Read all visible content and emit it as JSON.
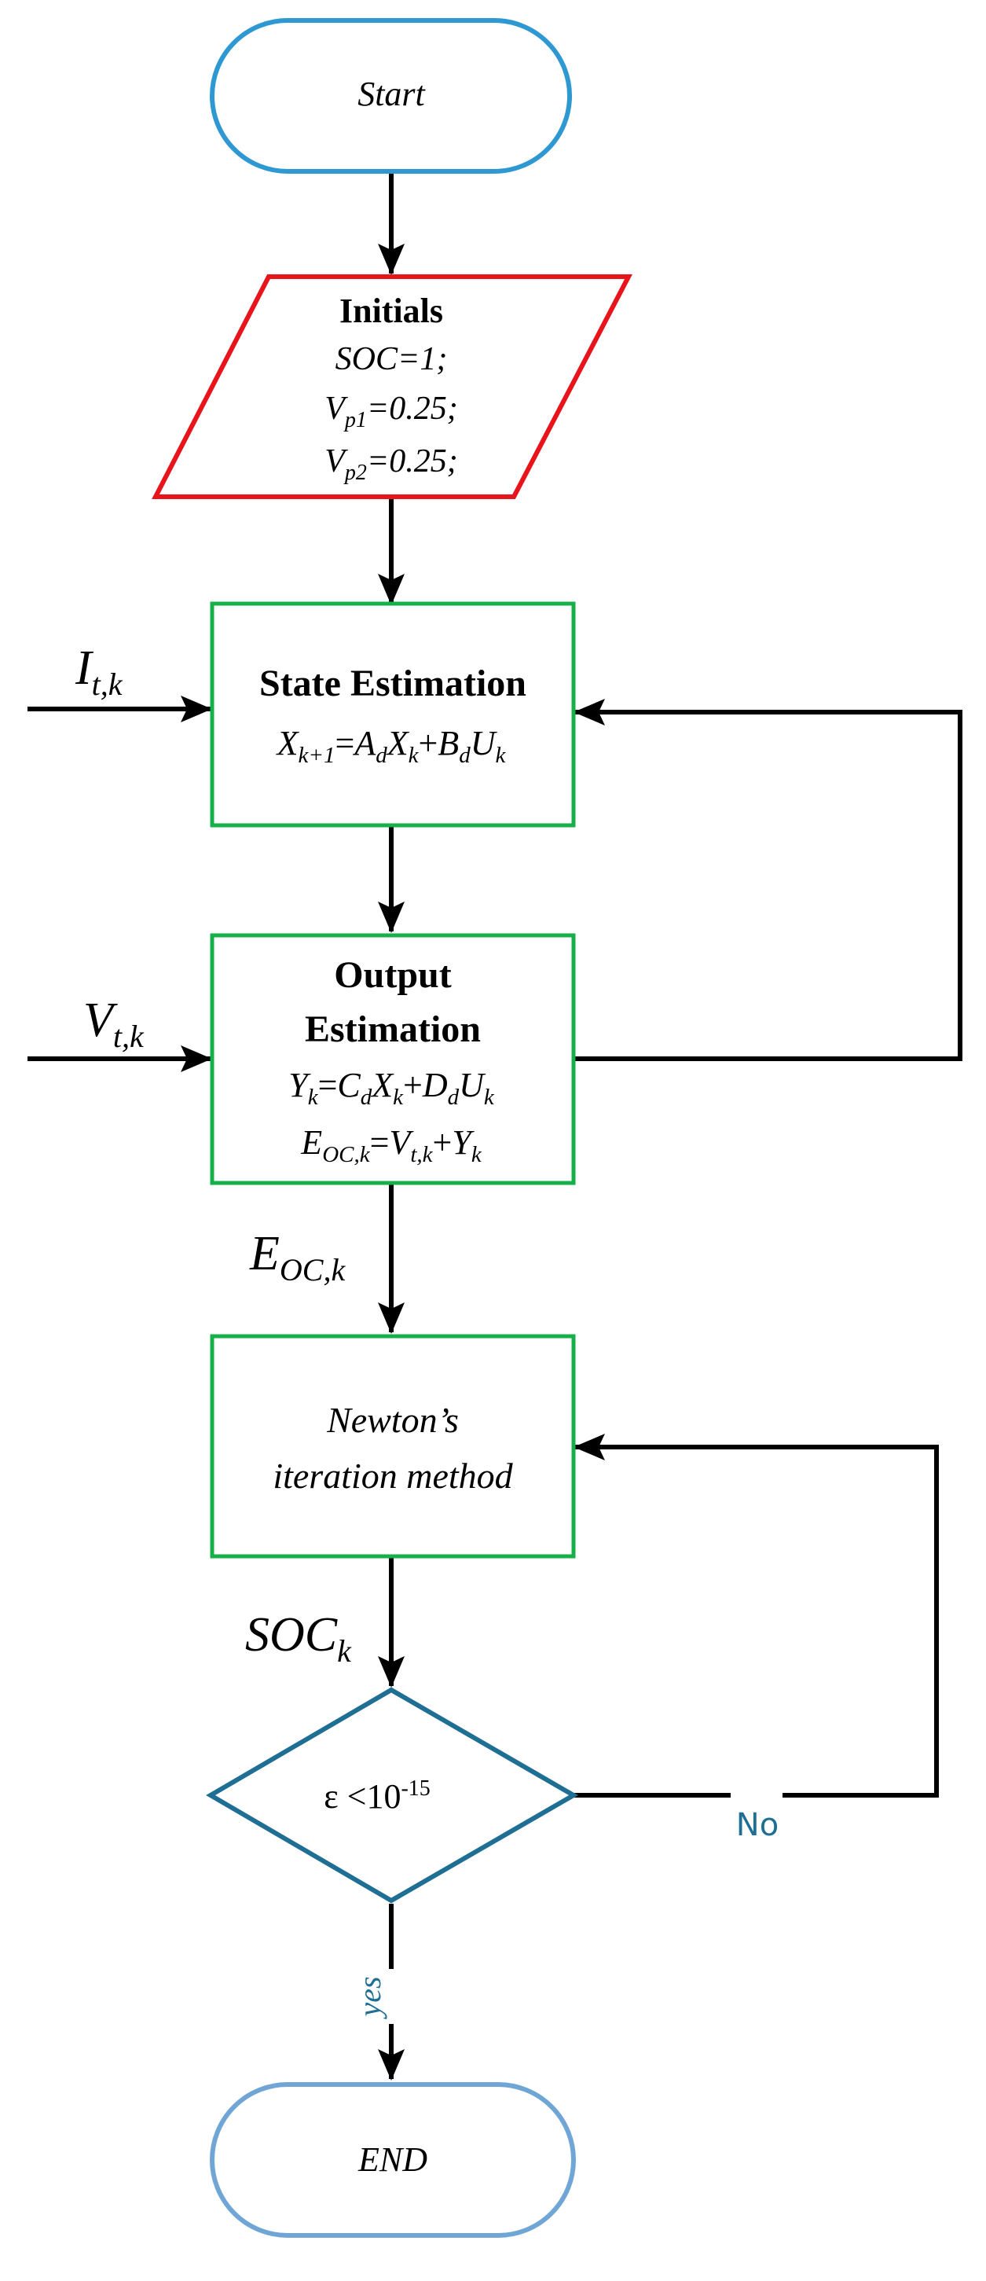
{
  "colors": {
    "terminal": "#2e98d2",
    "terminal_end": "#6fa6d6",
    "input_box": "#e8141c",
    "process_box": "#16b04a",
    "decision": "#1f6f95",
    "arrow": "#000000",
    "label_blue": "#1f6f95"
  },
  "start": {
    "label": "Start"
  },
  "initials": {
    "title": "Initials",
    "line1": "SOC=1;",
    "line2_base": "V",
    "line2_sub": "p1",
    "line2_rest": "=0.25;",
    "line3_base": "V",
    "line3_sub": "p2",
    "line3_rest": "=0.25;"
  },
  "state_estimation": {
    "title": "State Estimation",
    "eq": {
      "x1": "X",
      "x1_sub": "k+1",
      "eq": "=",
      "a": "A",
      "a_sub": "d",
      "x2": "X",
      "x2_sub": "k",
      "plus": "+",
      "b": "B",
      "b_sub": "d",
      "u": "U",
      "u_sub": "k"
    }
  },
  "input_current": {
    "base": "I",
    "sub": "t,k"
  },
  "input_voltage": {
    "base": "V",
    "sub": "t,k"
  },
  "output_estimation": {
    "title1": "Output",
    "title2": "Estimation",
    "eq1": {
      "y": "Y",
      "y_sub": "k",
      "eq": "=",
      "c": "C",
      "c_sub": "d",
      "x": "X",
      "x_sub": "k",
      "plus": "+",
      "d": "D",
      "d_sub": "d",
      "u": "U",
      "u_sub": "k"
    },
    "eq2": {
      "e": "E",
      "e_sub": "OC,k",
      "eq": "=",
      "v": "V",
      "v_sub": "t,k",
      "plus": "+",
      "y": "Y",
      "y_sub": "k"
    }
  },
  "eoc_label": {
    "base": "E",
    "sub": "OC,k"
  },
  "newton": {
    "line1": "Newton’s",
    "line2": "iteration method"
  },
  "soc_label": {
    "base": "SOC",
    "sub": "k"
  },
  "decision": {
    "eps": "ε <10",
    "exp": "-15"
  },
  "no_label": "No",
  "yes_label": "yes",
  "end": {
    "label": "END"
  }
}
